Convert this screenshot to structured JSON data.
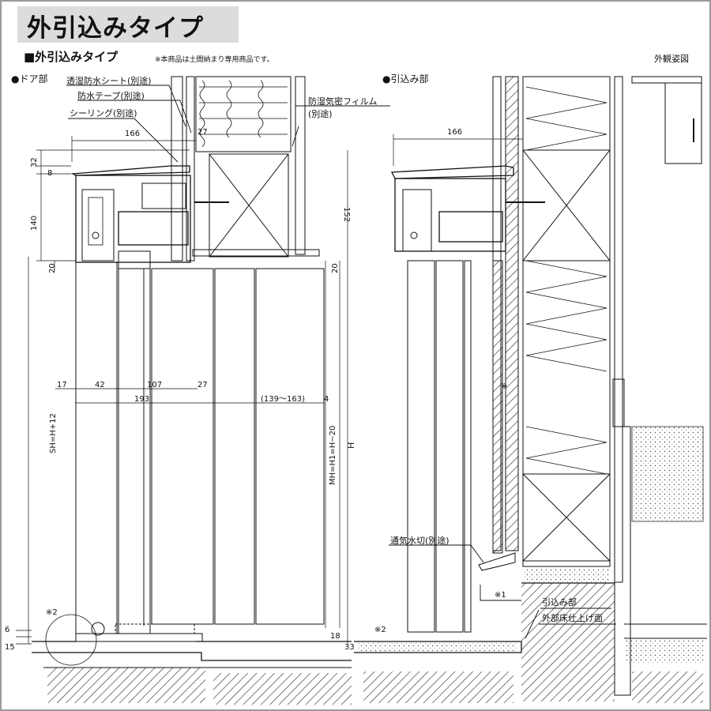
{
  "title": "外引込みタイプ",
  "subhead": "■外引込みタイプ",
  "note": "※本商品は土間納まり専用商品です。",
  "view_label": "外観姿図",
  "sections": {
    "door": "●ドア部",
    "pull": "●引込み部"
  },
  "labels": {
    "sheet": "透湿防水シート(別途)",
    "tape": "防水テープ(別途)",
    "sealing": "シーリング(別途)",
    "film_1": "防湿気密フィルム",
    "film_2": "(別途)",
    "vent": "通気水切(別途)",
    "pull_part": "引込み部",
    "floor": "外部床仕上げ面",
    "mark1": "※1",
    "mark2a": "※2",
    "mark2b": "※2",
    "mark_small": "※"
  },
  "dims": {
    "d166a": "166",
    "d166b": "166",
    "d27": "27",
    "d32": "32",
    "d8": "8",
    "d140": "140",
    "d20a": "20",
    "d20b": "20",
    "d152": "152",
    "d17": "17",
    "d42": "42",
    "d107": "107",
    "d27b": "27",
    "d193": "193",
    "d139": "(139〜163)",
    "d4": "4",
    "sh": "SH=H+12",
    "mh": "MH=H1=H−20",
    "h": "H",
    "d6": "6",
    "d15": "15",
    "d18": "18",
    "d33": "33"
  }
}
